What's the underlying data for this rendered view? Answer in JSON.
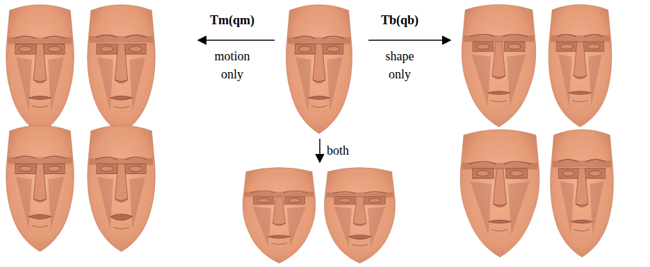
{
  "diagram": {
    "labels": [
      "Tm(qm)",
      "motion only",
      "Tb(qb)",
      "shape only",
      "both"
    ]
  }
}
